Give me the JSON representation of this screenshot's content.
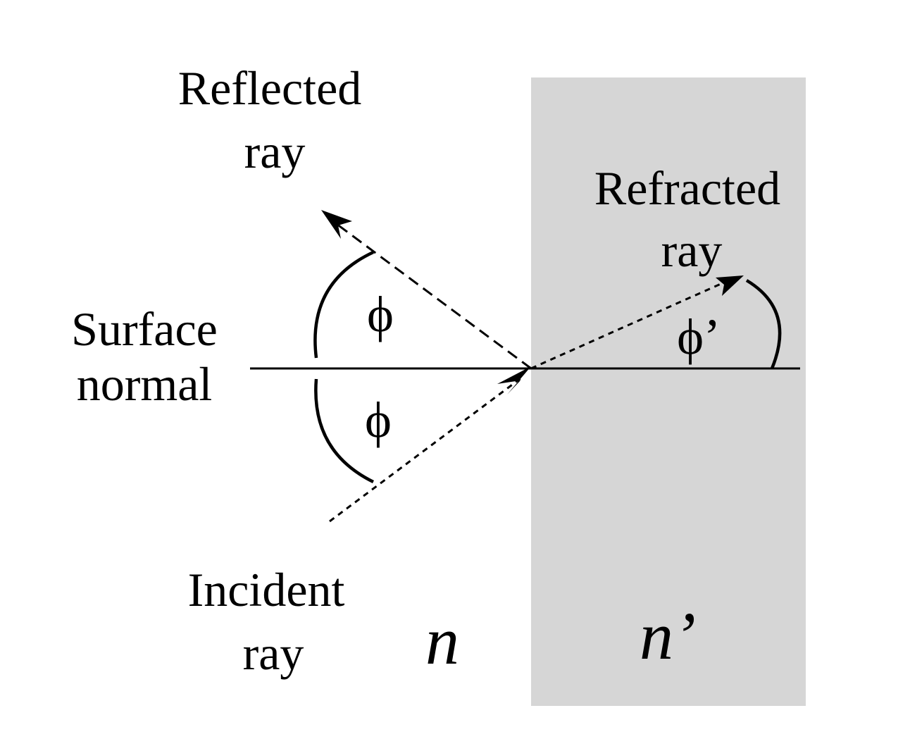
{
  "colors": {
    "medium_fill": "#d6d6d6",
    "ink": "#000000",
    "background": "#ffffff"
  },
  "labels": {
    "reflected_line1": "Reflected",
    "reflected_line2": "ray",
    "refracted_line1": "Refracted",
    "refracted_line2": "ray",
    "surface_line1": "Surface",
    "surface_line2": "normal",
    "incident_line1": "Incident",
    "incident_line2": "ray",
    "phi_reflected": "ϕ",
    "phi_incident": "ϕ",
    "phi_refracted": "ϕ’",
    "n_medium1": "n",
    "n_medium2": "n’"
  }
}
